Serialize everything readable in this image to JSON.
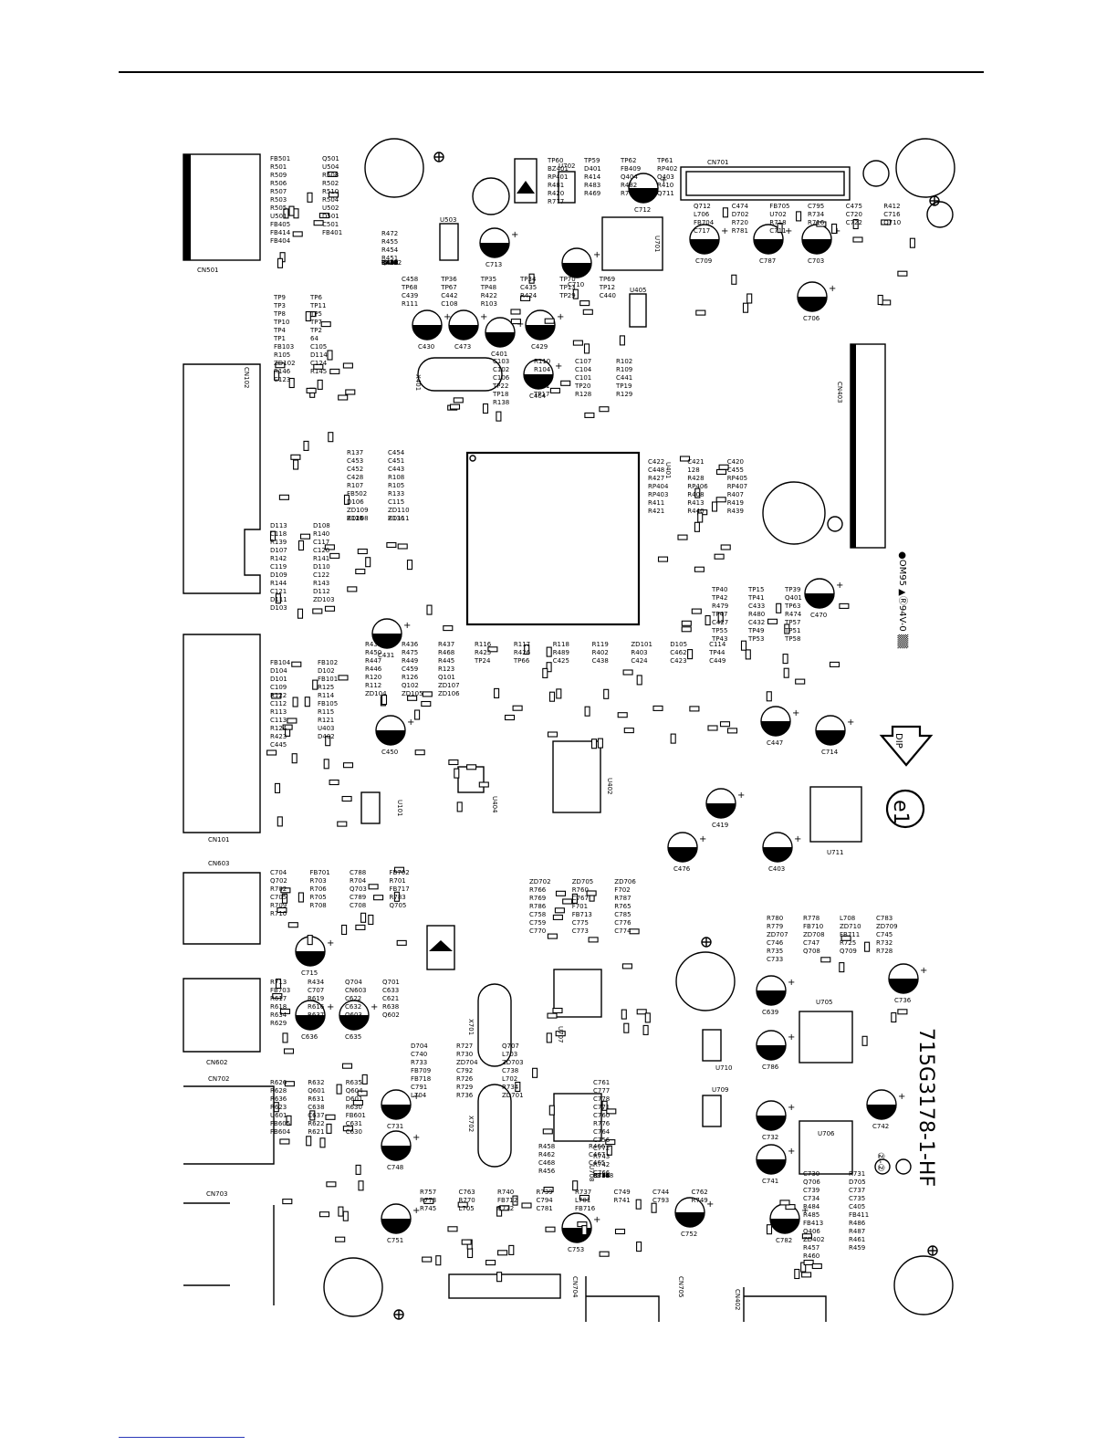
{
  "board": {
    "part_number": "715G3178-1-HF",
    "rev_marks": "②-②",
    "ul_mark": "●OM95 ▲Ⓡ94V-0 ▒▒",
    "dip_label": "DIP",
    "cert_mark": "e1"
  },
  "connectors": [
    {
      "id": "CN501",
      "label": "CN501"
    },
    {
      "id": "CN102",
      "label": "CN102"
    },
    {
      "id": "CN101",
      "label": "CN101"
    },
    {
      "id": "CN603",
      "label": "CN603"
    },
    {
      "id": "CN602",
      "label": "CN602"
    },
    {
      "id": "CN702",
      "label": "CN702"
    },
    {
      "id": "CN703",
      "label": "CN703"
    },
    {
      "id": "CN701",
      "label": "CN701"
    },
    {
      "id": "CN403",
      "label": "CN403"
    },
    {
      "id": "CN704",
      "label": "CN704"
    },
    {
      "id": "CN705",
      "label": "CN705"
    },
    {
      "id": "CN402",
      "label": "CN402"
    }
  ],
  "chips": [
    {
      "id": "U401",
      "label": "U401"
    },
    {
      "id": "U402",
      "label": "U402"
    },
    {
      "id": "U707",
      "label": "U707"
    },
    {
      "id": "U708",
      "label": "U708"
    },
    {
      "id": "U701",
      "label": "U701"
    },
    {
      "id": "U705",
      "label": "U705"
    },
    {
      "id": "U706",
      "label": "U706"
    },
    {
      "id": "U711",
      "label": "U711"
    },
    {
      "id": "U709",
      "label": "U709"
    },
    {
      "id": "U710",
      "label": "U710"
    },
    {
      "id": "U404",
      "label": "U404"
    },
    {
      "id": "U405",
      "label": "U405"
    },
    {
      "id": "U503",
      "label": "U503"
    },
    {
      "id": "U702",
      "label": "U702"
    },
    {
      "id": "U101",
      "label": "U101"
    }
  ],
  "crystals": [
    {
      "id": "X401",
      "label": "X401"
    },
    {
      "id": "X701",
      "label": "X701"
    },
    {
      "id": "X702",
      "label": "X702"
    }
  ],
  "caps": [
    {
      "id": "C430",
      "label": "C430",
      "pol": "+"
    },
    {
      "id": "C473",
      "label": "C473",
      "pol": "+"
    },
    {
      "id": "C401",
      "label": "C401",
      "pol": "+"
    },
    {
      "id": "C429",
      "label": "C429",
      "pol": "+"
    },
    {
      "id": "C713",
      "label": "C713",
      "pol": "+"
    },
    {
      "id": "C710",
      "label": "C710",
      "pol": "+"
    },
    {
      "id": "C712",
      "label": "C712",
      "pol": "+"
    },
    {
      "id": "C709",
      "label": "C709",
      "pol": "+"
    },
    {
      "id": "C787",
      "label": "C787",
      "pol": "+"
    },
    {
      "id": "C703",
      "label": "C703",
      "pol": "+"
    },
    {
      "id": "C706",
      "label": "C706",
      "pol": "+"
    },
    {
      "id": "C470",
      "label": "C470",
      "pol": "+"
    },
    {
      "id": "C431",
      "label": "C431",
      "pol": "+"
    },
    {
      "id": "C450",
      "label": "C450",
      "pol": "+"
    },
    {
      "id": "C447",
      "label": "C447",
      "pol": "+"
    },
    {
      "id": "C714",
      "label": "C714",
      "pol": "+"
    },
    {
      "id": "C419",
      "label": "C419",
      "pol": "+"
    },
    {
      "id": "C476",
      "label": "C476",
      "pol": "+"
    },
    {
      "id": "C403",
      "label": "C403",
      "pol": "+"
    },
    {
      "id": "C715",
      "label": "C715",
      "pol": "+"
    },
    {
      "id": "C636",
      "label": "C636",
      "pol": "+"
    },
    {
      "id": "C635",
      "label": "C635",
      "pol": "+"
    },
    {
      "id": "C639",
      "label": "C639",
      "pol": "+"
    },
    {
      "id": "C736",
      "label": "C736",
      "pol": "+"
    },
    {
      "id": "C786",
      "label": "C786",
      "pol": "+"
    },
    {
      "id": "C732",
      "label": "C732",
      "pol": "+"
    },
    {
      "id": "C741",
      "label": "C741",
      "pol": "+"
    },
    {
      "id": "C742",
      "label": "C742",
      "pol": "+"
    },
    {
      "id": "C731",
      "label": "C731",
      "pol": "+"
    },
    {
      "id": "C748",
      "label": "C748",
      "pol": "+"
    },
    {
      "id": "C751",
      "label": "C751",
      "pol": "+"
    },
    {
      "id": "C753",
      "label": "C753",
      "pol": "+"
    },
    {
      "id": "C752",
      "label": "C752",
      "pol": "+"
    },
    {
      "id": "C782",
      "label": "C782",
      "pol": "+"
    },
    {
      "id": "C464",
      "label": "C464",
      "pol": "+"
    }
  ],
  "labels": [
    "FB501",
    "Q501",
    "R501",
    "U504",
    "R509",
    "R508",
    "R506",
    "R502",
    "R507",
    "R510",
    "R503",
    "R504",
    "R505",
    "U502",
    "U501",
    "D501",
    "FB405",
    "C501",
    "FB414",
    "FB401",
    "FB404",
    "R472",
    "R455",
    "R454",
    "R451",
    "C463",
    "R430",
    "R443",
    "R441",
    "Q402",
    "R444",
    "C444",
    "C446",
    "TP28",
    "FB412",
    "R442",
    "R452",
    "R453",
    "R493",
    "R478",
    "C456",
    "C457",
    "C458",
    "TP36",
    "TP35",
    "TP34",
    "TP70",
    "TP69",
    "TP68",
    "TP67",
    "TP48",
    "C435",
    "TP13",
    "TP12",
    "C439",
    "C442",
    "R422",
    "R424",
    "TP29",
    "C440",
    "R111",
    "C108",
    "R103",
    "C103",
    "R110",
    "C107",
    "R102",
    "C102",
    "R104",
    "C104",
    "R109",
    "C106",
    "R101",
    "C101",
    "C441",
    "TP22",
    "TP21",
    "TP20",
    "TP19",
    "TP18",
    "TP17",
    "R128",
    "R129",
    "R138",
    "R137",
    "C454",
    "C453",
    "C451",
    "C452",
    "C443",
    "C428",
    "R108",
    "R107",
    "R105",
    "FB502",
    "R133",
    "D106",
    "C115",
    "ZD109",
    "ZD110",
    "ZD108",
    "ZD111",
    "R127",
    "R136",
    "R116",
    "TP9",
    "TP6",
    "TP3",
    "TP11",
    "TP8",
    "TP5",
    "TP10",
    "TP7",
    "TP4",
    "TP2",
    "TP1",
    "64",
    "FB103",
    "C105",
    "R105",
    "D114",
    "ZD102",
    "C124",
    "R146",
    "R145",
    "C123",
    "D113",
    "D108",
    "C118",
    "R140",
    "R139",
    "C117",
    "D107",
    "C120",
    "R142",
    "R141",
    "C119",
    "D110",
    "D109",
    "C122",
    "R144",
    "R143",
    "C121",
    "D112",
    "D111",
    "ZD103",
    "D103",
    "FB104",
    "FB102",
    "D104",
    "D102",
    "D101",
    "FB101",
    "C109",
    "R125",
    "R122",
    "R114",
    "C112",
    "FB105",
    "R113",
    "R115",
    "C113",
    "R121",
    "R124",
    "U403",
    "R423",
    "D402",
    "C445",
    "R435",
    "R436",
    "R437",
    "R450",
    "R475",
    "R468",
    "R447",
    "R449",
    "R445",
    "R446",
    "C459",
    "R123",
    "R120",
    "R126",
    "Q101",
    "R112",
    "Q102",
    "ZD107",
    "ZD104",
    "ZD105",
    "ZD106",
    "R116",
    "R117",
    "R118",
    "R119",
    "ZD101",
    "D105",
    "C114",
    "R425",
    "R426",
    "R489",
    "R402",
    "R403",
    "C462",
    "TP44",
    "TP24",
    "TP66",
    "C425",
    "C438",
    "C424",
    "C423",
    "C449",
    "C422",
    "C421",
    "C420",
    "C448",
    "128",
    "C455",
    "R427",
    "R428",
    "RP405",
    "RP404",
    "RP406",
    "RP407",
    "RP403",
    "R408",
    "R407",
    "R411",
    "R413",
    "R419",
    "R421",
    "R440",
    "R439",
    "TP40",
    "TP15",
    "TP39",
    "TP42",
    "TP41",
    "Q401",
    "R479",
    "C433",
    "TP63",
    "TP47",
    "R480",
    "R474",
    "C427",
    "C432",
    "TP57",
    "TP55",
    "TP49",
    "TP51",
    "TP43",
    "TP53",
    "TP58",
    "TP60",
    "TP59",
    "TP62",
    "TP61",
    "BZ401",
    "D401",
    "FB409",
    "RP402",
    "RP401",
    "R414",
    "Q404",
    "Q403",
    "R481",
    "R483",
    "R482",
    "R410",
    "R420",
    "R469",
    "R782",
    "Q711",
    "R777",
    "Q712",
    "C474",
    "FB705",
    "C795",
    "C475",
    "R412",
    "L706",
    "D702",
    "U702",
    "R734",
    "C720",
    "C716",
    "FB704",
    "R720",
    "R718",
    "R716",
    "C722",
    "Q710",
    "C717",
    "R781",
    "C711",
    "C704",
    "FB701",
    "C788",
    "FB702",
    "Q702",
    "R703",
    "R704",
    "R701",
    "R702",
    "R706",
    "Q703",
    "FB717",
    "C705",
    "R705",
    "C789",
    "R783",
    "R709",
    "R708",
    "C708",
    "Q705",
    "R710",
    "R713",
    "R434",
    "Q704",
    "Q701",
    "FB703",
    "C707",
    "CN603",
    "C633",
    "R617",
    "R619",
    "C622",
    "C621",
    "R618",
    "R616",
    "C632",
    "R638",
    "R634",
    "R637",
    "Q603",
    "Q602",
    "R629",
    "R626",
    "R632",
    "R635",
    "R628",
    "Q601",
    "Q604",
    "R636",
    "R631",
    "D601",
    "R623",
    "C638",
    "R630",
    "U601",
    "C637",
    "FB601",
    "FB605",
    "R622",
    "C631",
    "FB604",
    "R621",
    "C630",
    "D704",
    "R727",
    "Q707",
    "C740",
    "R730",
    "L703",
    "R733",
    "ZD704",
    "ZD703",
    "FB709",
    "C792",
    "C738",
    "FB718",
    "R726",
    "L702",
    "C791",
    "R729",
    "R734",
    "L704",
    "R736",
    "ZD701",
    "ZD702",
    "ZD705",
    "ZD706",
    "R766",
    "R760",
    "F702",
    "R769",
    "C767",
    "R787",
    "R786",
    "F701",
    "R765",
    "C758",
    "FB713",
    "C785",
    "C759",
    "C775",
    "C776",
    "C770",
    "C773",
    "C774",
    "C761",
    "C777",
    "C778",
    "C771",
    "C760",
    "R776",
    "C764",
    "C756",
    "C772",
    "R743",
    "R742",
    "C766",
    "C755",
    "C754",
    "R756",
    "R775",
    "R748",
    "FB708",
    "C784",
    "C757",
    "R771",
    "R757",
    "C763",
    "R740",
    "R739",
    "R737",
    "C749",
    "C744",
    "C762",
    "R773",
    "R770",
    "FB712",
    "C794",
    "L701",
    "R741",
    "C793",
    "R749",
    "R745",
    "L705",
    "R772",
    "C781",
    "FB716",
    "R780",
    "R778",
    "L708",
    "C783",
    "R779",
    "FB710",
    "ZD710",
    "ZD709",
    "ZD707",
    "ZD708",
    "FB711",
    "C745",
    "C746",
    "C747",
    "R725",
    "R732",
    "R735",
    "Q708",
    "Q709",
    "R728",
    "C733",
    "C730",
    "R731",
    "Q706",
    "D705",
    "C739",
    "C737",
    "C734",
    "C735",
    "R484",
    "C405",
    "R485",
    "FB411",
    "FB413",
    "R486",
    "Q406",
    "R487",
    "ZD402",
    "R461",
    "R457",
    "R459",
    "R460",
    "R458",
    "R466",
    "R462",
    "C467",
    "C468",
    "C465",
    "R456"
  ]
}
